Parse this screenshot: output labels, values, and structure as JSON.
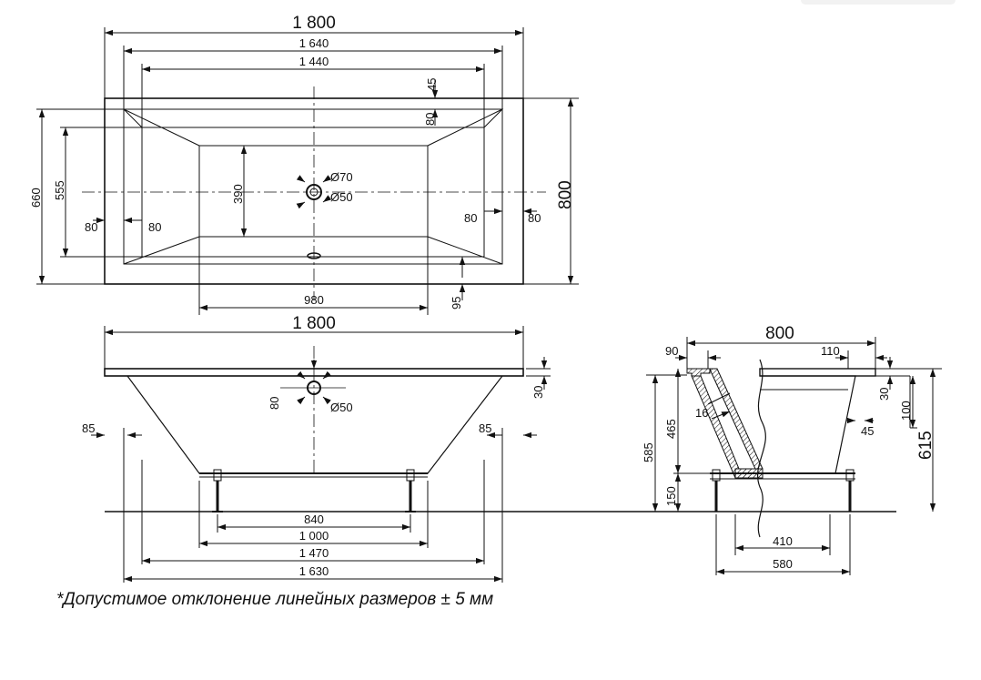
{
  "plan": {
    "overall_length": "1 800",
    "inner_length": "1 640",
    "bottom_length": "1 440",
    "rim_top": "45",
    "rim_side_top": "80",
    "height_outer": "660",
    "height_inner": "555",
    "bottom_width": "390",
    "drain_outer": "Ø70",
    "drain_inner": "Ø50",
    "overall_width": "800",
    "left_rim_outer": "80",
    "left_rim_inner": "80",
    "right_rim_inner": "80",
    "right_rim_outer": "80",
    "overflow_offset": "95",
    "bottom_flat_length": "980"
  },
  "front": {
    "overall_length": "1 800",
    "rim_height": "30",
    "drain_depth": "80",
    "drain_diameter": "Ø50",
    "left_offset": "85",
    "right_offset": "85",
    "legs_spacing": "840",
    "frame_length": "1 000",
    "base_length": "1 470",
    "bottom_length": "1 630"
  },
  "side": {
    "overall_width": "800",
    "left_rim": "90",
    "right_rim": "110",
    "wall_thickness": "16",
    "inner_depth": "465",
    "total_depth": "585",
    "leg_height": "150",
    "rim_height": "30",
    "rim_step": "100",
    "offset": "45",
    "overall_height": "615",
    "frame_width": "410",
    "base_width": "580"
  },
  "note": "*Допустимое отклонение линейных размеров ± 5 мм"
}
